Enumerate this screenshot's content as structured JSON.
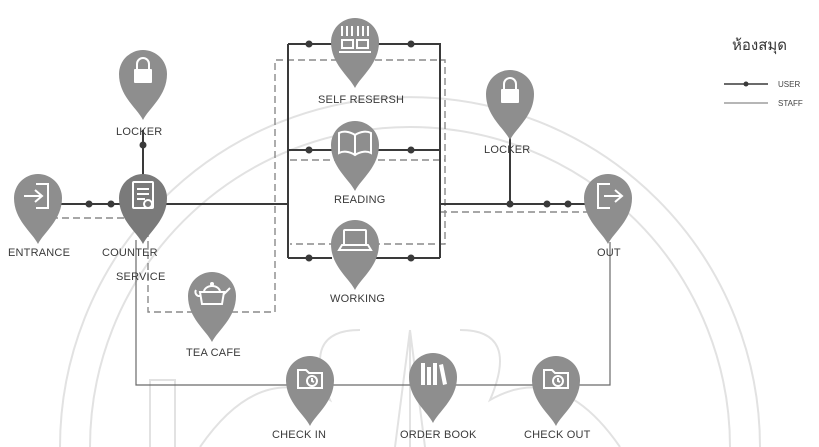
{
  "legend": {
    "title": "ห้องสมุด",
    "user_label": "USER",
    "staff_label": "STAFF"
  },
  "nodes": {
    "entrance": {
      "label": "ENTRANCE",
      "icon": "enter-icon"
    },
    "counter": {
      "label_line1": "COUNTER",
      "label_line2": "SERVICE",
      "icon": "document-icon"
    },
    "locker_left": {
      "label": "LOCKER",
      "icon": "lock-icon"
    },
    "locker_right": {
      "label": "LOCKER",
      "icon": "lock-icon"
    },
    "self_research": {
      "label": "SELF RESERSH",
      "icon": "computer-desk-icon"
    },
    "reading": {
      "label": "READING",
      "icon": "book-icon"
    },
    "working": {
      "label": "WORKING",
      "icon": "laptop-icon"
    },
    "tea_cafe": {
      "label": "TEA CAFE",
      "icon": "teapot-icon"
    },
    "check_in": {
      "label": "CHECK IN",
      "icon": "folder-clock-icon"
    },
    "order_book": {
      "label": "ORDER BOOK",
      "icon": "books-icon"
    },
    "check_out": {
      "label": "CHECK OUT",
      "icon": "folder-clock-icon"
    },
    "out": {
      "label": "OUT",
      "icon": "exit-icon"
    }
  },
  "colors": {
    "pin": "#8e8e8e",
    "user_line": "#3a3a3a",
    "staff_line": "#8a8a8a",
    "watermark": "#e2e2e2"
  }
}
